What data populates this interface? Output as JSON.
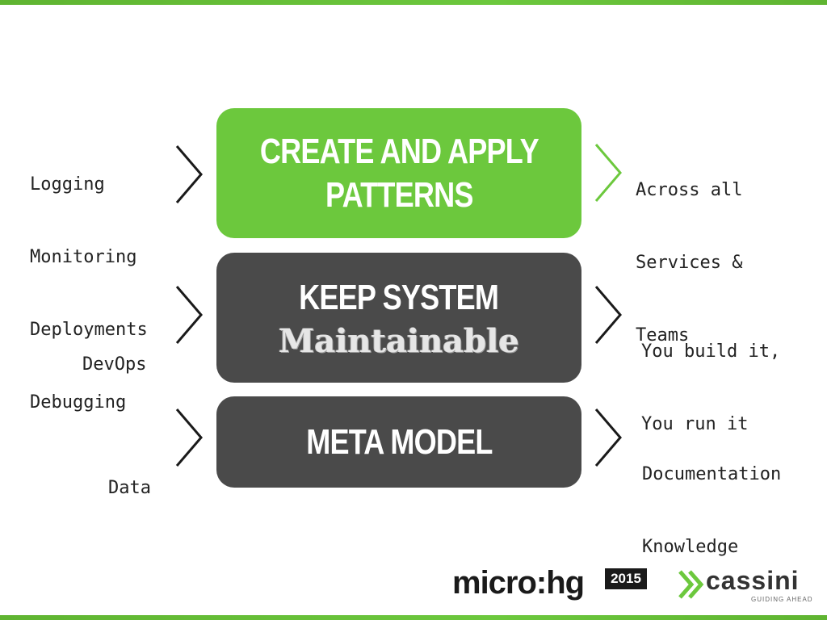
{
  "colors": {
    "accent_green": "#6cc83d",
    "box_dark": "#4a4a4a",
    "text_dark": "#222222"
  },
  "rows": [
    {
      "title_lines": [
        "Create and apply",
        "patterns"
      ],
      "subtitle": "",
      "left_lines": [
        "Logging",
        "Monitoring",
        "Deployments",
        "Debugging"
      ],
      "right_lines": [
        "Across all",
        "Services &",
        "Teams"
      ],
      "chevron_icon": "chevron-right-icon"
    },
    {
      "title_lines": [
        "Keep System"
      ],
      "subtitle": "Maintainable",
      "left_lines": [
        "DevOps"
      ],
      "right_lines": [
        "You build it,",
        "You run it"
      ],
      "chevron_icon": "chevron-right-icon"
    },
    {
      "title_lines": [
        "Meta Model"
      ],
      "subtitle": "",
      "left_lines": [
        "Data"
      ],
      "right_lines": [
        "Documentation",
        "Knowledge"
      ],
      "chevron_icon": "chevron-right-icon"
    }
  ],
  "logos": {
    "microxchg": "micro:hg",
    "microxchg_year": "2015",
    "cassini": "cassini",
    "cassini_tagline": "GUIDING AHEAD",
    "cassini_mark_icon": "double-chevron-icon"
  }
}
